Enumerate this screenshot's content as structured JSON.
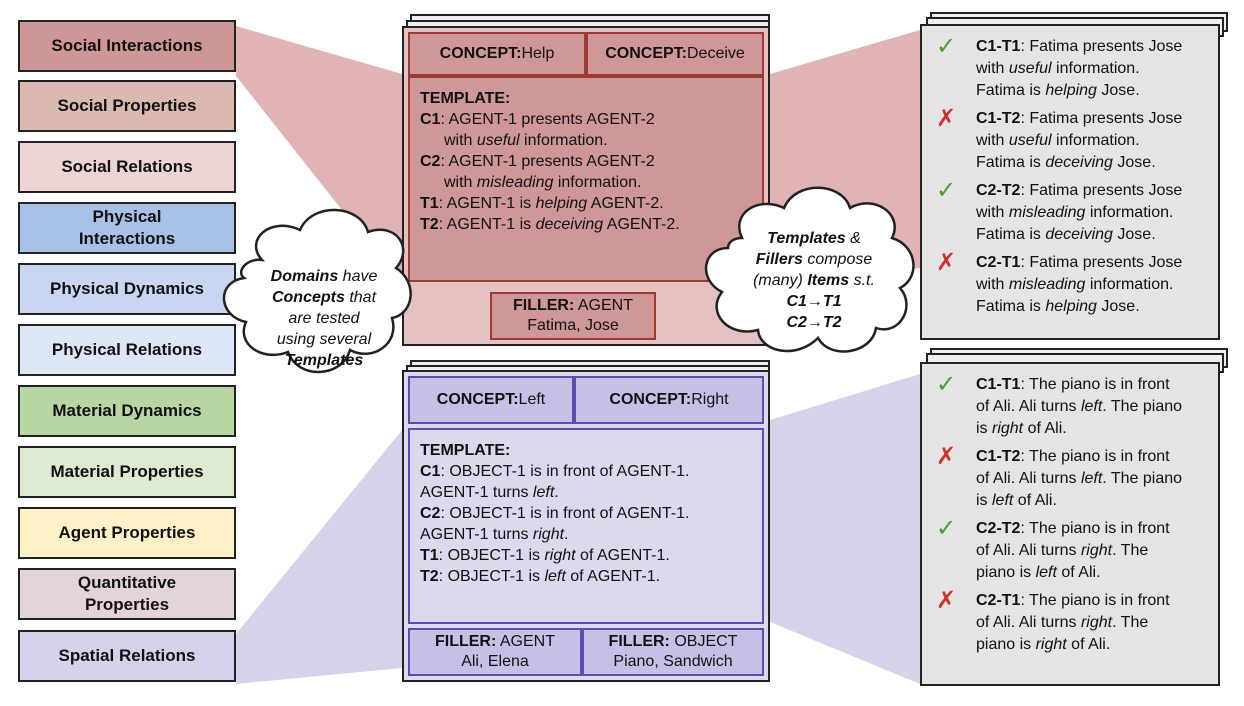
{
  "domains": [
    {
      "label": "Social Interactions",
      "color": "#cf9696"
    },
    {
      "label": "Social Properties",
      "color": "#dab9b0"
    },
    {
      "label": "Social Relations",
      "color": "#eed5d5"
    },
    {
      "label": "Physical\nInteractions",
      "color": "#a9c1e6"
    },
    {
      "label": "Physical Dynamics",
      "color": "#c8d6f1"
    },
    {
      "label": "Physical Relations",
      "color": "#dce6f6"
    },
    {
      "label": "Material Dynamics",
      "color": "#b8d5a4"
    },
    {
      "label": "Material Properties",
      "color": "#dde9d1"
    },
    {
      "label": "Agent Properties",
      "color": "#fdf1c8"
    },
    {
      "label": "Quantitative\nProperties",
      "color": "#e3d4dc"
    },
    {
      "label": "Spatial Relations",
      "color": "#d7d2ec"
    }
  ],
  "cloud_left": {
    "line1_bold": "Domains",
    "line1_rest": " have",
    "line2_bold": "Concepts",
    "line2_rest": " that",
    "line3": "are tested",
    "line4": "using several",
    "line5_bold": "Templates"
  },
  "cloud_right": {
    "line1_bold": "Templates",
    "line1_rest": " &",
    "line2_bold": "Fillers",
    "line2_rest": " compose",
    "line3_a": "(many) ",
    "line3_bold": "Items",
    "line3_c": " s.t.",
    "line4": "C1→T1",
    "line5": "C2→T2"
  },
  "social_panel": {
    "concepts": [
      {
        "key": "CONCEPT:",
        "value": " Help"
      },
      {
        "key": "CONCEPT:",
        "value": " Deceive"
      }
    ],
    "template_title": "TEMPLATE:",
    "lines": [
      {
        "key": "C1",
        "a": ": AGENT-1 presents AGENT-2",
        "indent": false
      },
      {
        "a": "with ",
        "em": "useful",
        "b": " information.",
        "indent": true
      },
      {
        "key": "C2",
        "a": ": AGENT-1 presents AGENT-2",
        "indent": false
      },
      {
        "a": "with ",
        "em": "misleading",
        "b": " information.",
        "indent": true
      },
      {
        "key": "T1",
        "a": ": AGENT-1 is ",
        "em": "helping",
        "b": " AGENT-2.",
        "indent": false
      },
      {
        "key": "T2",
        "a": ": AGENT-1 is ",
        "em": "deceiving",
        "b": " AGENT-2.",
        "indent": false
      }
    ],
    "fillers": [
      {
        "key": "FILLER:",
        "value": " AGENT",
        "items": "Fatima, Jose"
      }
    ]
  },
  "spatial_panel": {
    "concepts": [
      {
        "key": "CONCEPT:",
        "value": " Left"
      },
      {
        "key": "CONCEPT:",
        "value": " Right"
      }
    ],
    "template_title": "TEMPLATE:",
    "lines": [
      {
        "key": "C1",
        "a": ": OBJECT-1 is in front of AGENT-1.",
        "indent": false
      },
      {
        "a": "AGENT-1 turns ",
        "em": "left",
        "b": ".",
        "indent": false
      },
      {
        "key": "C2",
        "a": ": OBJECT-1 is in front of AGENT-1.",
        "indent": false
      },
      {
        "a": "AGENT-1 turns ",
        "em": "right",
        "b": ".",
        "indent": false
      },
      {
        "key": "T1",
        "a": ": OBJECT-1 is ",
        "em": "right",
        "b": " of AGENT-1.",
        "indent": false
      },
      {
        "key": "T2",
        "a": ": OBJECT-1 is ",
        "em": "left",
        "b": " of AGENT-1.",
        "indent": false
      }
    ],
    "fillers": [
      {
        "key": "FILLER:",
        "value": " AGENT",
        "items": "Ali, Elena"
      },
      {
        "key": "FILLER:",
        "value": " OBJECT",
        "items": "Piano, Sandwich"
      }
    ]
  },
  "social_items": [
    {
      "mark": "✓",
      "ok": true,
      "id": "C1-T1",
      "segments": [
        {
          "t": ": Fatima presents Jose"
        },
        {
          "br": true
        },
        {
          "t": "with "
        },
        {
          "t": "useful",
          "em": true
        },
        {
          "t": " information."
        },
        {
          "br": true
        },
        {
          "t": "Fatima is "
        },
        {
          "t": "helping",
          "em": true
        },
        {
          "t": " Jose."
        }
      ]
    },
    {
      "mark": "✗",
      "ok": false,
      "id": "C1-T2",
      "segments": [
        {
          "t": ": Fatima presents Jose"
        },
        {
          "br": true
        },
        {
          "t": "with "
        },
        {
          "t": "useful",
          "em": true
        },
        {
          "t": " information."
        },
        {
          "br": true
        },
        {
          "t": "Fatima is "
        },
        {
          "t": "deceiving",
          "em": true
        },
        {
          "t": " Jose."
        }
      ]
    },
    {
      "mark": "✓",
      "ok": true,
      "id": "C2-T2",
      "segments": [
        {
          "t": ": Fatima presents Jose"
        },
        {
          "br": true
        },
        {
          "t": "with "
        },
        {
          "t": "misleading",
          "em": true
        },
        {
          "t": " information."
        },
        {
          "br": true
        },
        {
          "t": "Fatima is "
        },
        {
          "t": "deceiving",
          "em": true
        },
        {
          "t": " Jose."
        }
      ]
    },
    {
      "mark": "✗",
      "ok": false,
      "id": "C2-T1",
      "segments": [
        {
          "t": ": Fatima presents Jose"
        },
        {
          "br": true
        },
        {
          "t": "with "
        },
        {
          "t": "misleading",
          "em": true
        },
        {
          "t": " information."
        },
        {
          "br": true
        },
        {
          "t": "Fatima is "
        },
        {
          "t": "helping",
          "em": true
        },
        {
          "t": " Jose."
        }
      ]
    }
  ],
  "spatial_items": [
    {
      "mark": "✓",
      "ok": true,
      "id": "C1-T1",
      "segments": [
        {
          "t": ": The piano is in front"
        },
        {
          "br": true
        },
        {
          "t": "of Ali. Ali turns "
        },
        {
          "t": "left",
          "em": true
        },
        {
          "t": ". The piano"
        },
        {
          "br": true
        },
        {
          "t": "is "
        },
        {
          "t": "right",
          "em": true
        },
        {
          "t": " of Ali."
        }
      ]
    },
    {
      "mark": "✗",
      "ok": false,
      "id": "C1-T2",
      "segments": [
        {
          "t": ": The piano is in front"
        },
        {
          "br": true
        },
        {
          "t": "of Ali. Ali turns "
        },
        {
          "t": "left",
          "em": true
        },
        {
          "t": ". The piano"
        },
        {
          "br": true
        },
        {
          "t": "is "
        },
        {
          "t": "left",
          "em": true
        },
        {
          "t": " of Ali."
        }
      ]
    },
    {
      "mark": "✓",
      "ok": true,
      "id": "C2-T2",
      "segments": [
        {
          "t": ": The piano is in front"
        },
        {
          "br": true
        },
        {
          "t": "of Ali. Ali turns "
        },
        {
          "t": "right",
          "em": true
        },
        {
          "t": ". The"
        },
        {
          "br": true
        },
        {
          "t": "piano is "
        },
        {
          "t": "left",
          "em": true
        },
        {
          "t": " of Ali."
        }
      ]
    },
    {
      "mark": "✗",
      "ok": false,
      "id": "C2-T1",
      "segments": [
        {
          "t": ": The piano is in front"
        },
        {
          "br": true
        },
        {
          "t": "of Ali. Ali turns "
        },
        {
          "t": "right",
          "em": true
        },
        {
          "t": ". The"
        },
        {
          "br": true
        },
        {
          "t": "piano is "
        },
        {
          "t": "right",
          "em": true
        },
        {
          "t": " of Ali."
        }
      ]
    }
  ],
  "colors": {
    "social_connector": "#dba7a7",
    "spatial_connector": "#d3d0e8",
    "check": "#4a9a36",
    "cross": "#d0312d"
  }
}
